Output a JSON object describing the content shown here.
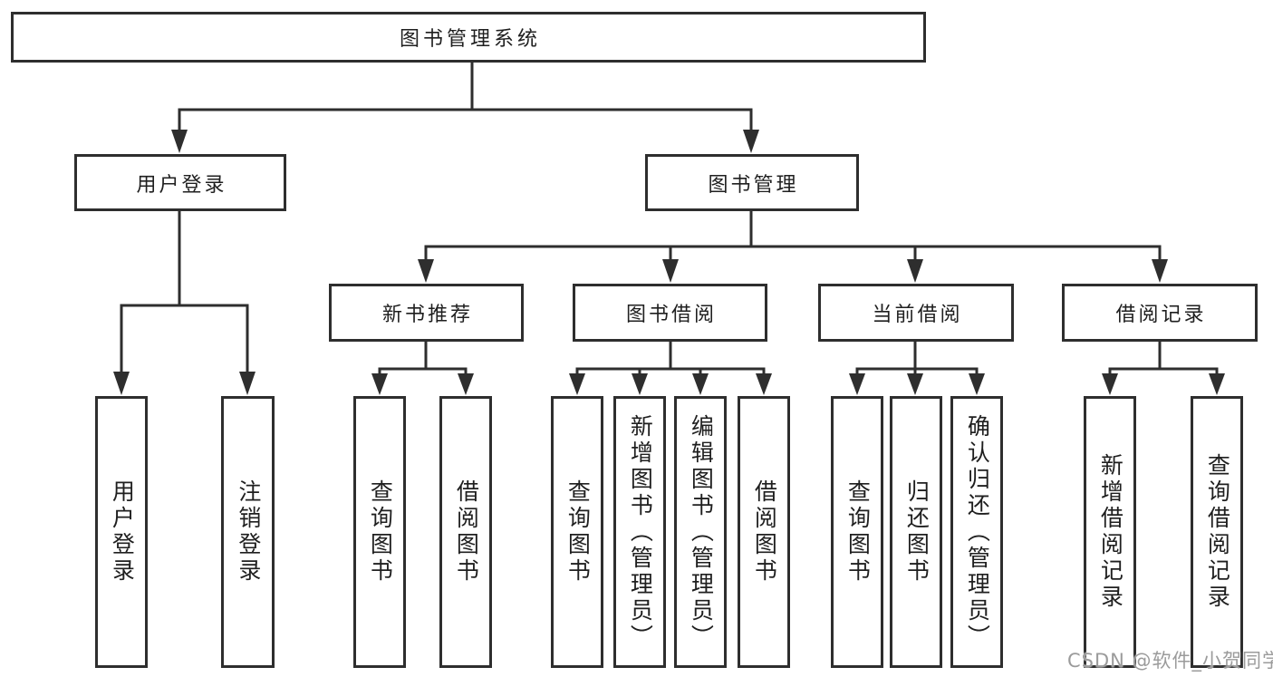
{
  "diagram_title": "图书管理系统",
  "colors": {
    "line": "#2e2e2e",
    "box_border": "#2e2e2e",
    "box_background": "#ffffff",
    "text": "#1f1f1f",
    "watermark": "#969696",
    "page_background": "#ffffff"
  },
  "tree": {
    "root": {
      "label": "图书管理系统"
    },
    "branches": [
      {
        "label": "用户登录",
        "children": [
          {
            "label": "用户登录"
          },
          {
            "label": "注销登录"
          }
        ]
      },
      {
        "label": "图书管理",
        "children": [
          {
            "label": "新书推荐",
            "children": [
              {
                "label": "查询图书"
              },
              {
                "label": "借阅图书"
              }
            ]
          },
          {
            "label": "图书借阅",
            "children": [
              {
                "label": "查询图书"
              },
              {
                "label": "新增图书（管理员）"
              },
              {
                "label": "编辑图书（管理员）"
              },
              {
                "label": "借阅图书"
              }
            ]
          },
          {
            "label": "当前借阅",
            "children": [
              {
                "label": "查询图书"
              },
              {
                "label": "归还图书"
              },
              {
                "label": "确认归还（管理员）"
              }
            ]
          },
          {
            "label": "借阅记录",
            "children": [
              {
                "label": "新增借阅记录"
              },
              {
                "label": "查询借阅记录"
              }
            ]
          }
        ]
      }
    ]
  },
  "watermark": {
    "text": "CSDN @软件_小贺同学"
  }
}
